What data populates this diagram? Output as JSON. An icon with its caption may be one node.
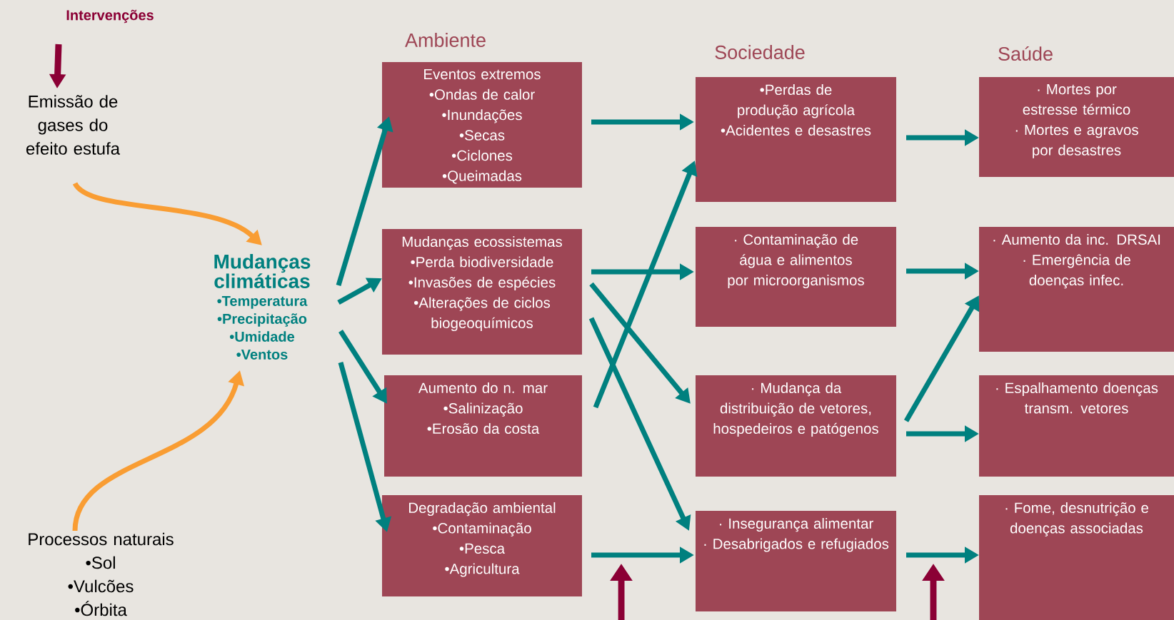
{
  "diagram": {
    "nodes": [
      {
        "text": [
          "Intervenções"
        ]
      },
      {
        "text": [
          "Emissão de gases do efeito estufa"
        ]
      },
      {
        "text": [
          "Mudanças climáticas",
          "•Temperatura",
          "•Precipitação",
          "•Umidade",
          "•Ventos"
        ]
      },
      {
        "text": [
          "Processos naturais",
          "•Sol",
          "•Vulcões",
          "•Órbita"
        ]
      },
      {
        "text": [
          "Eventos extremos",
          "•Ondas de calor",
          "•Inundações",
          "•Secas",
          "•Ciclones",
          "•Queimadas"
        ]
      },
      {
        "text": [
          "Mudanças ecossistemas",
          "•Perda biodiversidade",
          "•Invasões de espécies",
          "•Alterações de ciclos biogeoquímicos"
        ]
      },
      {
        "text": [
          "Aumento do n. mar",
          "•Salinização",
          "•Erosão da costa"
        ]
      },
      {
        "text": [
          "Degradação ambiental",
          "•Contaminação",
          "•Pesca",
          "•Agricultura"
        ]
      },
      {
        "text": [
          "•Perdas de produção agrícola",
          "•Acidentes e desastres"
        ]
      },
      {
        "text": [
          "· Contaminação de água e alimentos por microorganismos"
        ]
      },
      {
        "text": [
          "· Mudança da distribuição de vetores, hospedeiros e patógenos"
        ]
      },
      {
        "text": [
          "· Insegurança alimentar",
          "· Desabrigados e refugiados"
        ]
      },
      {
        "text": [
          "· Mortes por estresse térmico",
          "· Mortes e agravos por desastres"
        ]
      },
      {
        "text": [
          "· Aumento da inc. DRSAI",
          "· Emergência de doenças infec."
        ]
      },
      {
        "text": [
          "· Espalhamento doenças transm. vetores"
        ]
      },
      {
        "text": [
          "· Fome, desnutrição e doenças associadas"
        ]
      }
    ],
    "edges": [
      {
        "from": 0,
        "to": 1,
        "arrow": "to",
        "color": "#8b0035"
      },
      {
        "from": 1,
        "to": 2,
        "arrow": "to",
        "color": "#f99d33"
      },
      {
        "from": 3,
        "to": 2,
        "arrow": "to",
        "color": "#f99d33"
      },
      {
        "from": 2,
        "to": 4,
        "arrow": "to"
      },
      {
        "from": 2,
        "to": 5,
        "arrow": "to"
      },
      {
        "from": 2,
        "to": 6,
        "arrow": "to"
      },
      {
        "from": 2,
        "to": 7,
        "arrow": "to"
      },
      {
        "from": 4,
        "to": 8,
        "arrow": "to"
      },
      {
        "from": 5,
        "to": 9,
        "arrow": "to"
      },
      {
        "from": 5,
        "to": 10,
        "arrow": "to"
      },
      {
        "from": 5,
        "to": 11,
        "arrow": "to"
      },
      {
        "from": 6,
        "to": 8,
        "arrow": "to"
      },
      {
        "from": 7,
        "to": 11,
        "arrow": "to"
      },
      {
        "from": 8,
        "to": 12,
        "arrow": "to"
      },
      {
        "from": 9,
        "to": 13,
        "arrow": "to"
      },
      {
        "from": 10,
        "to": 13,
        "arrow": "to"
      },
      {
        "from": 10,
        "to": 14,
        "arrow": "to"
      },
      {
        "from": 11,
        "to": 15,
        "arrow": "to"
      }
    ],
    "labels": [
      "Ambiente",
      "Sociedade",
      "Saúde"
    ]
  }
}
